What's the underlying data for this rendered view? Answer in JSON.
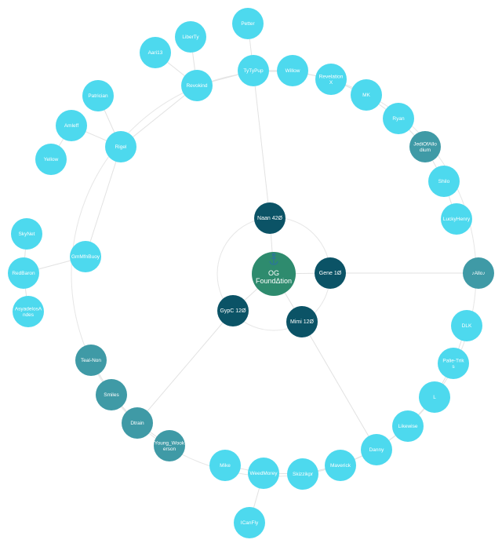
{
  "colors": {
    "root": "#2e8b6e",
    "dark": "#0b5366",
    "teal": "#3f9aa6",
    "light": "#4dd9ee",
    "edge": "#e2e2e2",
    "text_light": "#ffffff"
  },
  "root": {
    "id": "root",
    "label": "OG FoundΔtion",
    "icon": "anchor-icon"
  },
  "nodes": [
    {
      "id": "naan",
      "label": "Naan 42Ø",
      "kind": "dark"
    },
    {
      "id": "gene",
      "label": "Gene 1Ø",
      "kind": "dark"
    },
    {
      "id": "mimi",
      "label": "Mimi 12Ø",
      "kind": "dark"
    },
    {
      "id": "gypc",
      "label": "GypC 12Ø",
      "kind": "dark"
    },
    {
      "id": "tytypup",
      "label": "TyTyPup",
      "kind": "light"
    },
    {
      "id": "petter",
      "label": "Petter",
      "kind": "light"
    },
    {
      "id": "willow",
      "label": "Willow",
      "kind": "light"
    },
    {
      "id": "revelationx",
      "label": "RevelationX",
      "kind": "light"
    },
    {
      "id": "mk",
      "label": "MK",
      "kind": "light"
    },
    {
      "id": "ryan",
      "label": "Ryan",
      "kind": "light"
    },
    {
      "id": "jedi",
      "label": "JediOfAllodium",
      "kind": "teal"
    },
    {
      "id": "shilo",
      "label": "Shilo",
      "kind": "light"
    },
    {
      "id": "luckyhenry",
      "label": "LuckyHenry",
      "kind": "light"
    },
    {
      "id": "revokind",
      "label": "Revokind",
      "kind": "light"
    },
    {
      "id": "liberty",
      "label": "LiberTy",
      "kind": "light"
    },
    {
      "id": "aari13",
      "label": "Aari13",
      "kind": "light"
    },
    {
      "id": "rigel",
      "label": "Rigel",
      "kind": "light"
    },
    {
      "id": "patrician",
      "label": "Patrician",
      "kind": "light"
    },
    {
      "id": "amleff",
      "label": "Amleff",
      "kind": "light"
    },
    {
      "id": "yellow",
      "label": "Yellow",
      "kind": "light"
    },
    {
      "id": "gmmfb",
      "label": "GmMfnBuoy",
      "kind": "light"
    },
    {
      "id": "skynet",
      "label": "SkyNet",
      "kind": "light"
    },
    {
      "id": "redbaron",
      "label": "RedBaron",
      "kind": "light"
    },
    {
      "id": "asyadelos",
      "label": "AsyadelosAndes",
      "kind": "light"
    },
    {
      "id": "allo",
      "label": "♪Allo♪",
      "kind": "teal"
    },
    {
      "id": "danny",
      "label": "Danny",
      "kind": "light"
    },
    {
      "id": "likewise",
      "label": "Likewise",
      "kind": "light"
    },
    {
      "id": "l",
      "label": "L",
      "kind": "light"
    },
    {
      "id": "pallietriks",
      "label": "Palie-Triks",
      "kind": "light"
    },
    {
      "id": "dlk",
      "label": "DLK",
      "kind": "light"
    },
    {
      "id": "maverick",
      "label": "Maverick",
      "kind": "light"
    },
    {
      "id": "skizzikpr",
      "label": "Skizzikpr",
      "kind": "light"
    },
    {
      "id": "weedmore",
      "label": "WeedMorey",
      "kind": "light"
    },
    {
      "id": "mike",
      "label": "Mike",
      "kind": "light"
    },
    {
      "id": "icanfly",
      "label": "ICanFly",
      "kind": "light"
    },
    {
      "id": "dtrain",
      "label": "Dtrain",
      "kind": "teal"
    },
    {
      "id": "smiles",
      "label": "Smiles",
      "kind": "teal"
    },
    {
      "id": "tealnon",
      "label": "Teal-Non",
      "kind": "teal"
    },
    {
      "id": "youngwoo",
      "label": "Young_Wookerson",
      "kind": "teal"
    }
  ],
  "edges": [
    [
      "root",
      "naan"
    ],
    [
      "root",
      "gene"
    ],
    [
      "root",
      "mimi"
    ],
    [
      "root",
      "gypc"
    ],
    [
      "naan",
      "tytypup"
    ],
    [
      "tytypup",
      "petter"
    ],
    [
      "tytypup",
      "willow"
    ],
    [
      "tytypup",
      "revokind"
    ],
    [
      "willow",
      "revelationx"
    ],
    [
      "revelationx",
      "mk"
    ],
    [
      "mk",
      "ryan"
    ],
    [
      "ryan",
      "jedi"
    ],
    [
      "jedi",
      "shilo"
    ],
    [
      "shilo",
      "luckyhenry"
    ],
    [
      "revokind",
      "liberty"
    ],
    [
      "revokind",
      "aari13"
    ],
    [
      "revokind",
      "rigel"
    ],
    [
      "rigel",
      "patrician"
    ],
    [
      "rigel",
      "amleff"
    ],
    [
      "rigel",
      "gmmfb"
    ],
    [
      "amleff",
      "yellow"
    ],
    [
      "gmmfb",
      "redbaron"
    ],
    [
      "redbaron",
      "skynet"
    ],
    [
      "redbaron",
      "asyadelos"
    ],
    [
      "gene",
      "allo"
    ],
    [
      "mimi",
      "danny"
    ],
    [
      "danny",
      "likewise"
    ],
    [
      "likewise",
      "l"
    ],
    [
      "l",
      "pallietriks"
    ],
    [
      "pallietriks",
      "dlk"
    ],
    [
      "danny",
      "maverick"
    ],
    [
      "maverick",
      "skizzikpr"
    ],
    [
      "skizzikpr",
      "weedmore"
    ],
    [
      "weedmore",
      "mike"
    ],
    [
      "weedmore",
      "icanfly"
    ],
    [
      "gypc",
      "dtrain"
    ],
    [
      "dtrain",
      "smiles"
    ],
    [
      "smiles",
      "tealnon"
    ],
    [
      "dtrain",
      "youngwoo"
    ]
  ]
}
